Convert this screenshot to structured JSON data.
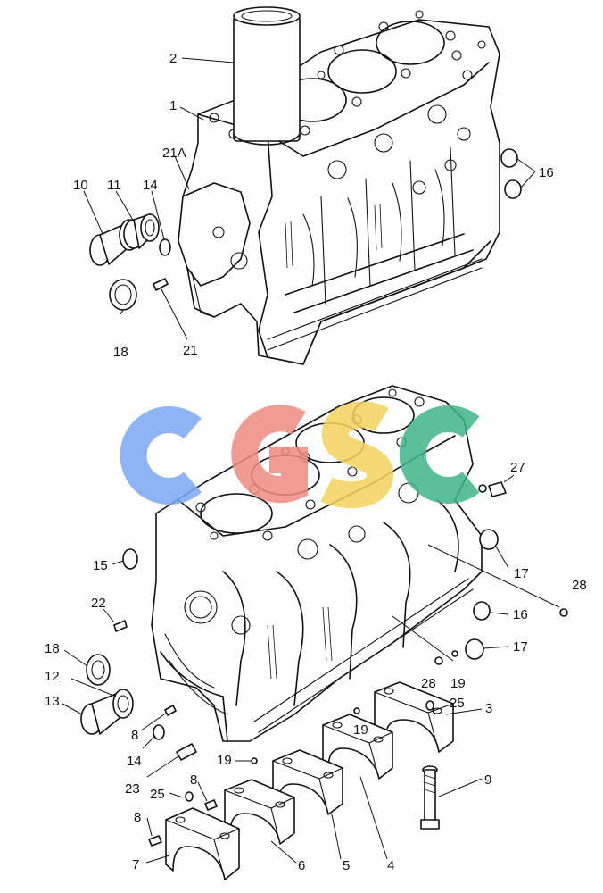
{
  "watermark": {
    "text": "CGSC",
    "colors": [
      "#7aa7f4",
      "#ef8b80",
      "#f4d35e",
      "#3eb489"
    ]
  },
  "callouts": [
    {
      "id": "c-2",
      "text": "2"
    },
    {
      "id": "c-1",
      "text": "1"
    },
    {
      "id": "c-21A",
      "text": "21A"
    },
    {
      "id": "c-10",
      "text": "10"
    },
    {
      "id": "c-11",
      "text": "11"
    },
    {
      "id": "c-14a",
      "text": "14"
    },
    {
      "id": "c-16a",
      "text": "16"
    },
    {
      "id": "c-18a",
      "text": "18"
    },
    {
      "id": "c-21",
      "text": "21"
    },
    {
      "id": "c-27",
      "text": "27"
    },
    {
      "id": "c-15",
      "text": "15"
    },
    {
      "id": "c-17a",
      "text": "17"
    },
    {
      "id": "c-28a",
      "text": "28"
    },
    {
      "id": "c-22",
      "text": "22"
    },
    {
      "id": "c-16b",
      "text": "16"
    },
    {
      "id": "c-18b",
      "text": "18"
    },
    {
      "id": "c-17b",
      "text": "17"
    },
    {
      "id": "c-12",
      "text": "12"
    },
    {
      "id": "c-28b",
      "text": "28"
    },
    {
      "id": "c-19a",
      "text": "19"
    },
    {
      "id": "c-13",
      "text": "13"
    },
    {
      "id": "c-25a",
      "text": "25"
    },
    {
      "id": "c-3",
      "text": "3"
    },
    {
      "id": "c-19b",
      "text": "19"
    },
    {
      "id": "c-8a",
      "text": "8"
    },
    {
      "id": "c-14b",
      "text": "14"
    },
    {
      "id": "c-19c",
      "text": "19"
    },
    {
      "id": "c-9",
      "text": "9"
    },
    {
      "id": "c-23",
      "text": "23"
    },
    {
      "id": "c-25b",
      "text": "25"
    },
    {
      "id": "c-8b",
      "text": "8"
    },
    {
      "id": "c-8c",
      "text": "8"
    },
    {
      "id": "c-7",
      "text": "7"
    },
    {
      "id": "c-6",
      "text": "6"
    },
    {
      "id": "c-5",
      "text": "5"
    },
    {
      "id": "c-4",
      "text": "4"
    }
  ]
}
